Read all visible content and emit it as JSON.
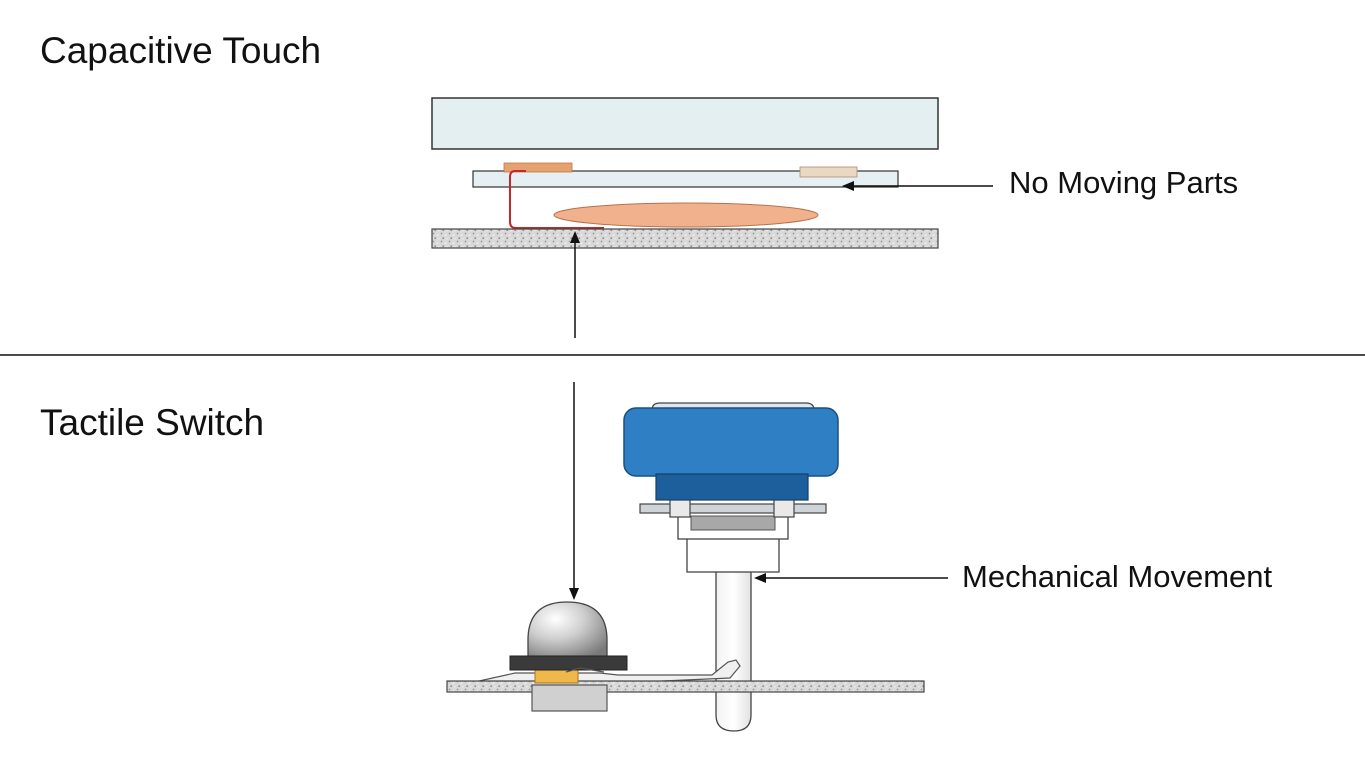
{
  "sections": {
    "capacitive": {
      "title": "Capacitive Touch",
      "callout": "No Moving Parts"
    },
    "tactile": {
      "title": "Tactile Switch",
      "callout": "Mechanical Movement"
    }
  },
  "colors": {
    "cover_glass": "#e4eff1",
    "sensor_film": "#e6f0f2",
    "copper_pad": "#e5a270",
    "beige_pad": "#ead8c3",
    "trace_red": "#c62828",
    "electrode": "#f1b18d",
    "pcb_speckle": "#d4d4d4",
    "keycap_blue": "#2f7fc4",
    "keycap_dark": "#1d5f9c",
    "gold_contact": "#f0b84a",
    "outline": "#333333"
  }
}
